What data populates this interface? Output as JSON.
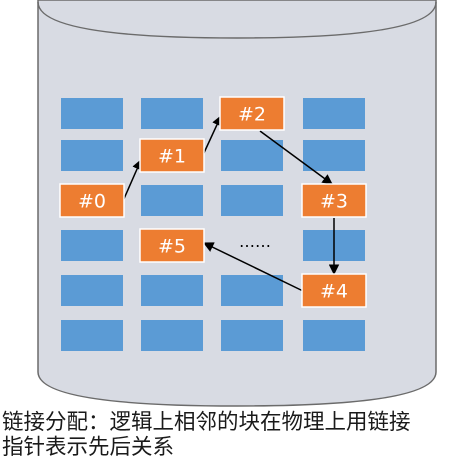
{
  "colors": {
    "cylinder_fill": "#d8dbe3",
    "cylinder_stroke": "#6b6b6b",
    "free_block": "#5b9bd5",
    "used_block": "#ed7d31",
    "used_block_border": "#ffffff",
    "block_text": "#ffffff",
    "arrow": "#000000"
  },
  "diagram": {
    "used_blocks": [
      {
        "id": "block-0",
        "label": "#0"
      },
      {
        "id": "block-1",
        "label": "#1"
      },
      {
        "id": "block-2",
        "label": "#2"
      },
      {
        "id": "block-3",
        "label": "#3"
      },
      {
        "id": "block-4",
        "label": "#4"
      },
      {
        "id": "block-5",
        "label": "#5"
      }
    ],
    "chain": [
      [
        "block-0",
        "block-1"
      ],
      [
        "block-1",
        "block-2"
      ],
      [
        "block-2",
        "block-3"
      ],
      [
        "block-3",
        "block-4"
      ],
      [
        "block-4",
        "block-5"
      ]
    ],
    "ellipsis": "……"
  },
  "caption": {
    "line1": "链接分配：逻辑上相邻的块在物理上用链接",
    "line2": "指针表示先后关系"
  }
}
